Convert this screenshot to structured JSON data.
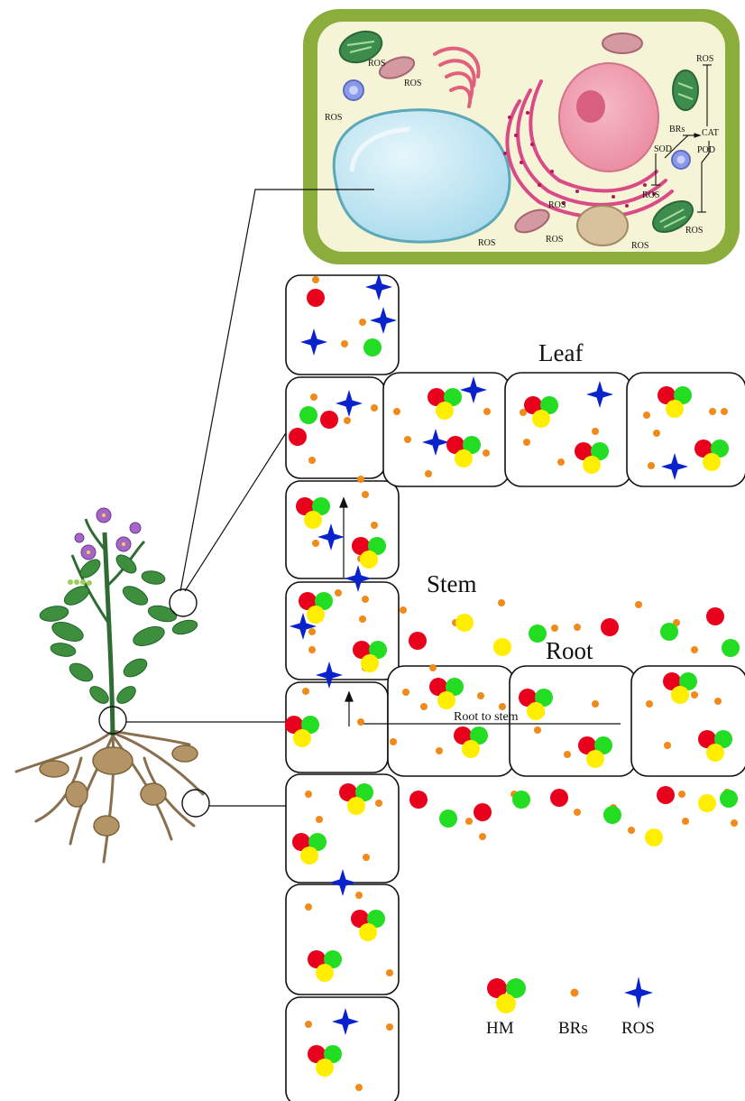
{
  "labels": {
    "leaf": "Leaf",
    "stem": "Stem",
    "root": "Root",
    "root_to_stem": "Root to stem"
  },
  "cell_labels": {
    "ros": "ROS",
    "brs": "BRs",
    "cat": "CAT",
    "sod": "SOD",
    "pod": "POD"
  },
  "legend": {
    "hm": "HM",
    "brs": "BRs",
    "ros": "ROS"
  },
  "colors": {
    "hm_red": "#e8001c",
    "hm_green": "#22dd22",
    "hm_yellow": "#ffee00",
    "brs_orange": "#f08a1a",
    "ros_blue": "#0a22cc",
    "cell_wall": "#8aad3c",
    "cytoplasm": "#f6f4d6",
    "vacuole": "#bde6f2",
    "nucleus": "#f2a6b6",
    "chloroplast": "#3d8c4e",
    "mitochondria": "#d49aa2"
  }
}
